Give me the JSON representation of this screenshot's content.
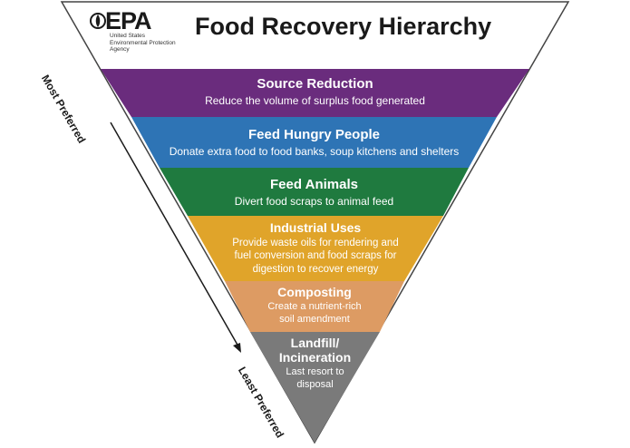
{
  "logo": {
    "name": "EPA",
    "agency_lines": [
      "United States",
      "Environmental Protection",
      "Agency"
    ]
  },
  "title": "Food Recovery Hierarchy",
  "axis": {
    "top_label": "Most Preferred",
    "bottom_label": "Least Preferred"
  },
  "tiers": [
    {
      "title": "Source Reduction",
      "description": [
        "Reduce the volume of surplus food generated"
      ],
      "color": "#6a2c7d"
    },
    {
      "title": "Feed Hungry People",
      "description": [
        "Donate extra food to food banks, soup kitchens and shelters"
      ],
      "color": "#2e74b5"
    },
    {
      "title": "Feed Animals",
      "description": [
        "Divert food scraps to animal feed"
      ],
      "color": "#1f7a3f"
    },
    {
      "title": "Industrial Uses",
      "description": [
        "Provide waste oils for rendering and",
        "fuel conversion and food scraps for",
        "digestion to recover energy"
      ],
      "color": "#e0a42a"
    },
    {
      "title": "Composting",
      "description": [
        "Create a nutrient-rich",
        "soil amendment"
      ],
      "color": "#dd9b63"
    },
    {
      "title": "Landfill/",
      "title2": "Incineration",
      "description": [
        "Last resort to",
        "disposal"
      ],
      "color": "#7a7a7a"
    }
  ]
}
